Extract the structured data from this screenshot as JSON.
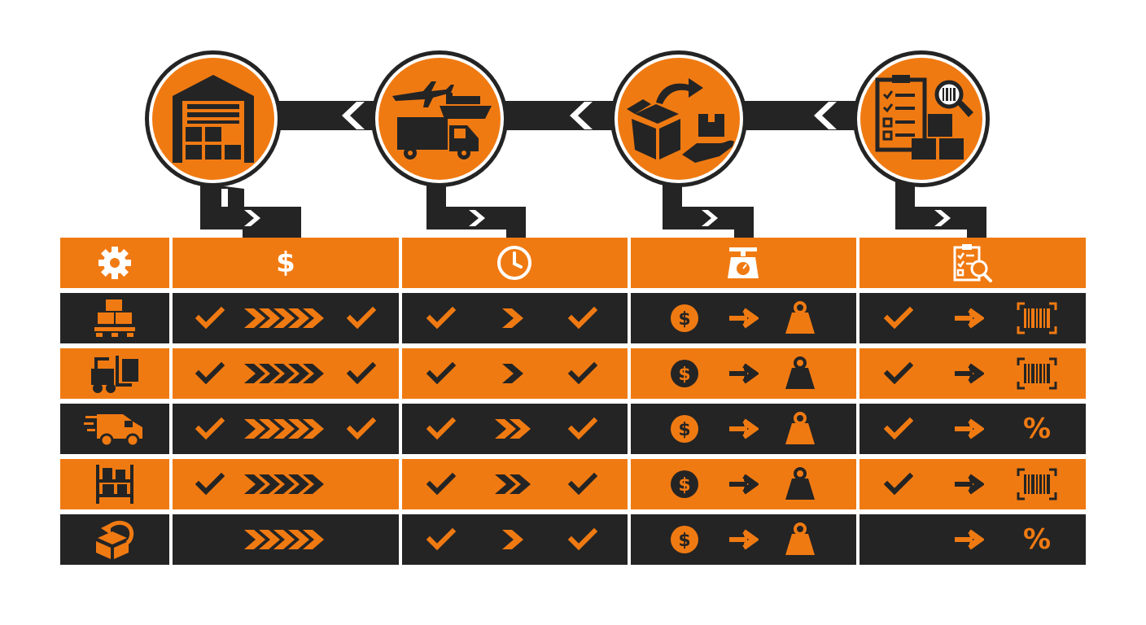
{
  "colors": {
    "orange": "#f07a12",
    "dark": "#242424",
    "white": "#ffffff"
  },
  "process_stages": [
    {
      "name": "warehouse-stage",
      "icon": "warehouse-icon"
    },
    {
      "name": "transport-stage",
      "icon": "airplane-ship-truck-icon"
    },
    {
      "name": "delivery-stage",
      "icon": "box-handoff-icon"
    },
    {
      "name": "inspection-stage",
      "icon": "clipboard-magnifier-icon"
    }
  ],
  "header": {
    "columns": [
      {
        "icon": "gear-icon"
      },
      {
        "icon": "dollar-icon",
        "text": "$"
      },
      {
        "icon": "clock-icon"
      },
      {
        "icon": "scale-icon"
      },
      {
        "icon": "clipboard-search-icon"
      }
    ]
  },
  "rows": [
    {
      "icon": "pallet-boxes-icon",
      "cost": {
        "check_left": true,
        "chevrons": 5,
        "check_right": true
      },
      "time": {
        "check_left": true,
        "chevrons": 1,
        "check_right": true
      },
      "weight": {
        "coin": "$",
        "arrow": true,
        "weight_icon": true
      },
      "quality": {
        "check": true,
        "arrow": true,
        "end": "barcode"
      }
    },
    {
      "icon": "forklift-icon",
      "cost": {
        "check_left": true,
        "chevrons": 5,
        "check_right": true
      },
      "time": {
        "check_left": true,
        "chevrons": 1,
        "check_right": true
      },
      "weight": {
        "coin": "$",
        "arrow": true,
        "weight_icon": true
      },
      "quality": {
        "check": true,
        "arrow": true,
        "end": "barcode"
      }
    },
    {
      "icon": "delivery-van-icon",
      "cost": {
        "check_left": true,
        "chevrons": 5,
        "check_right": true
      },
      "time": {
        "check_left": true,
        "chevrons": 2,
        "check_right": true
      },
      "weight": {
        "coin": "$",
        "arrow": true,
        "weight_icon": true
      },
      "quality": {
        "check": true,
        "arrow": true,
        "end": "%"
      }
    },
    {
      "icon": "storage-rack-icon",
      "cost": {
        "check_left": true,
        "chevrons": 5,
        "check_right": false
      },
      "time": {
        "check_left": true,
        "chevrons": 2,
        "check_right": true
      },
      "weight": {
        "coin": "$",
        "arrow": true,
        "weight_icon": true
      },
      "quality": {
        "check": true,
        "arrow": true,
        "end": "barcode"
      }
    },
    {
      "icon": "return-box-icon",
      "cost": {
        "check_left": false,
        "chevrons": 5,
        "check_right": false
      },
      "time": {
        "check_left": true,
        "chevrons": 1,
        "check_right": true
      },
      "weight": {
        "coin": "$",
        "arrow": true,
        "weight_icon": true
      },
      "quality": {
        "check": false,
        "arrow": true,
        "end": "%"
      }
    }
  ]
}
